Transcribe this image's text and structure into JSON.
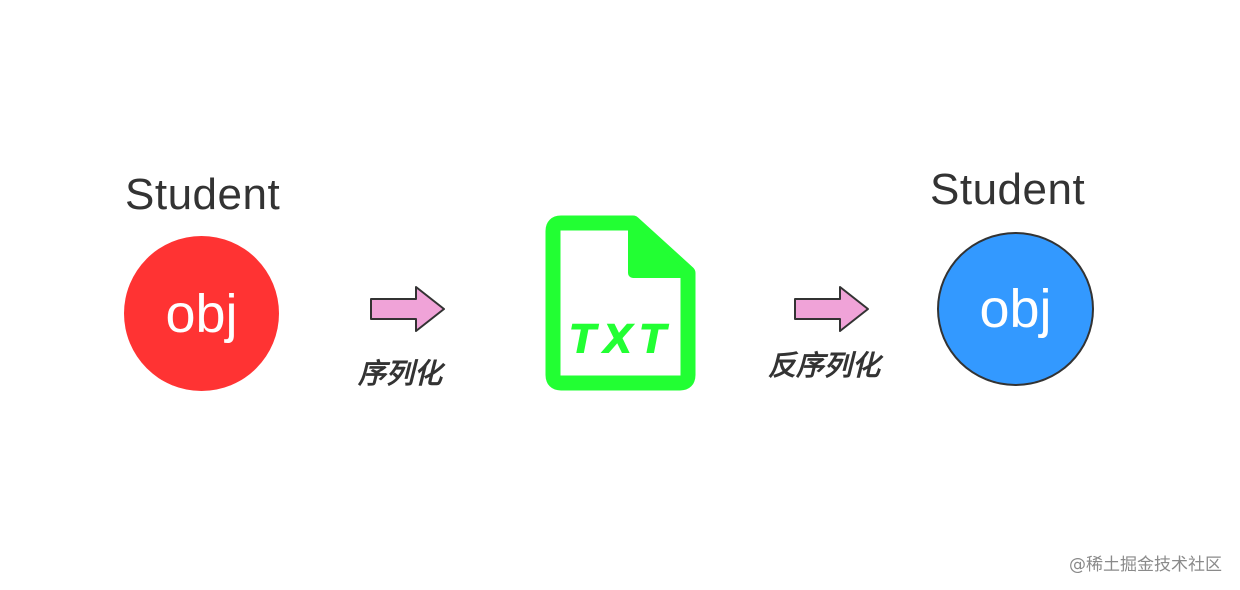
{
  "left_object": {
    "title": "Student",
    "label": "obj",
    "color": "#ff3333"
  },
  "serialize": {
    "label": "序列化",
    "arrow_color": "#f0a3d8"
  },
  "file": {
    "label": "TXT",
    "color": "#22ff33"
  },
  "deserialize": {
    "label": "反序列化",
    "arrow_color": "#f0a3d8"
  },
  "right_object": {
    "title": "Student",
    "label": "obj",
    "color": "#3399ff"
  },
  "watermark": "@稀土掘金技术社区"
}
